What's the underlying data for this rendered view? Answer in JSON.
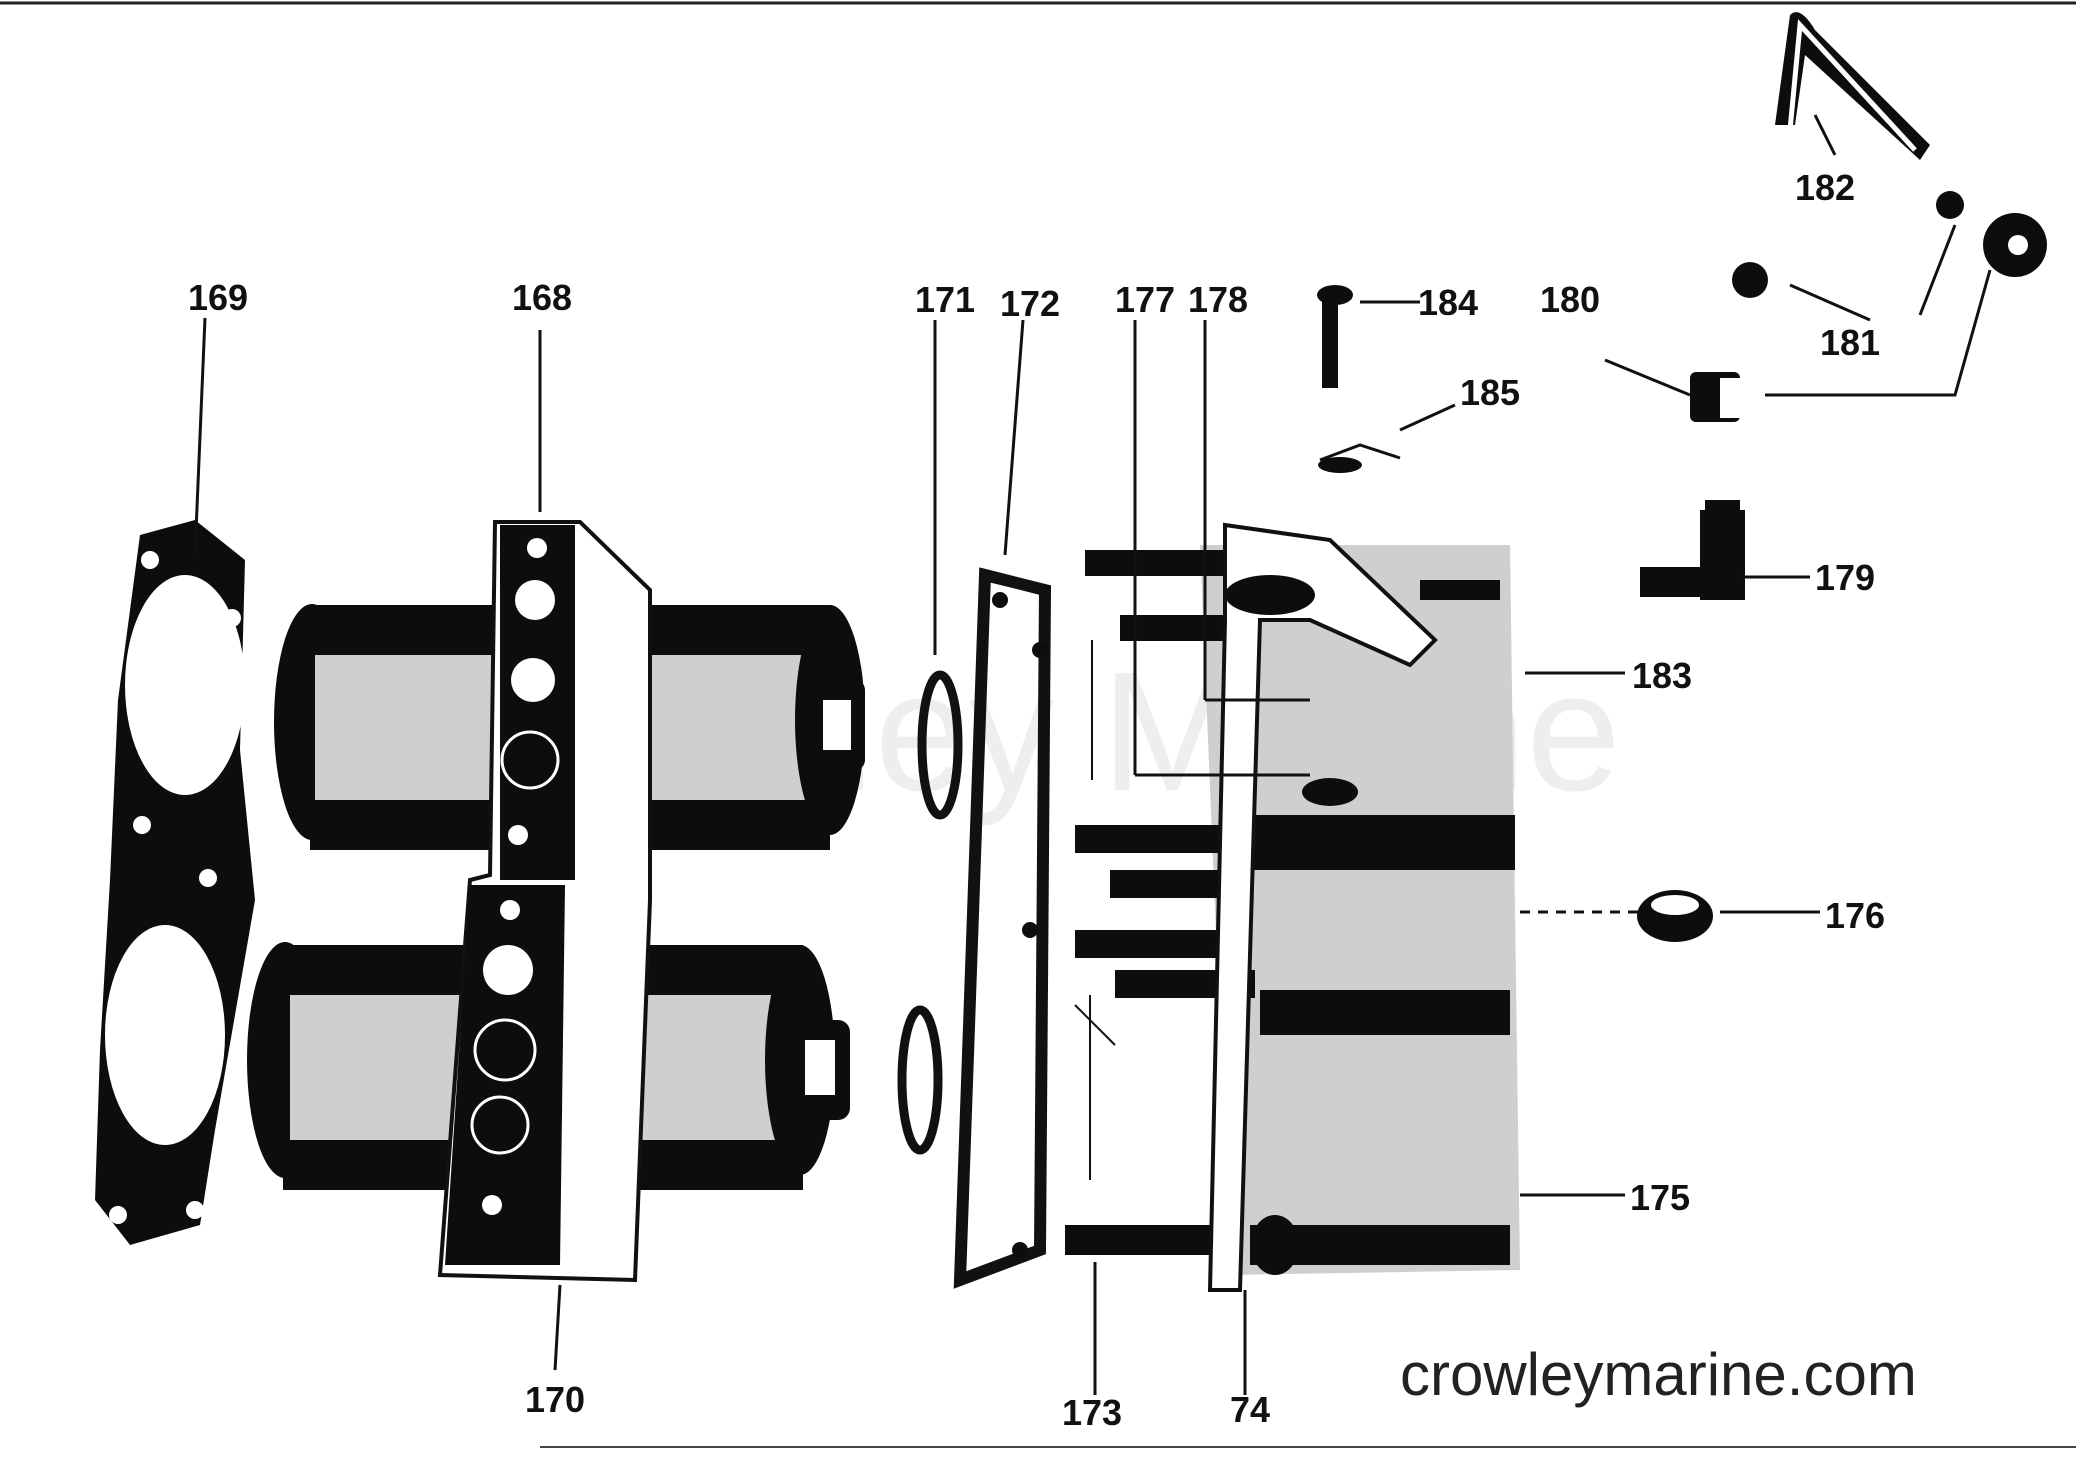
{
  "diagram": {
    "labels": {
      "l169": "169",
      "l168": "168",
      "l171": "171",
      "l172": "172",
      "l177": "177",
      "l178": "178",
      "l184": "184",
      "l180": "180",
      "l181": "181",
      "l182": "182",
      "l185": "185",
      "l179": "179",
      "l183": "183",
      "l176": "176",
      "l175": "175",
      "l170": "170",
      "l173": "173",
      "l74": "74"
    },
    "watermark": "Crowley Marine",
    "site": "crowleymarine.com"
  },
  "colors": {
    "ink": "#0d0d0d",
    "paper": "#ffffff",
    "ghost": "#eeeeee"
  }
}
